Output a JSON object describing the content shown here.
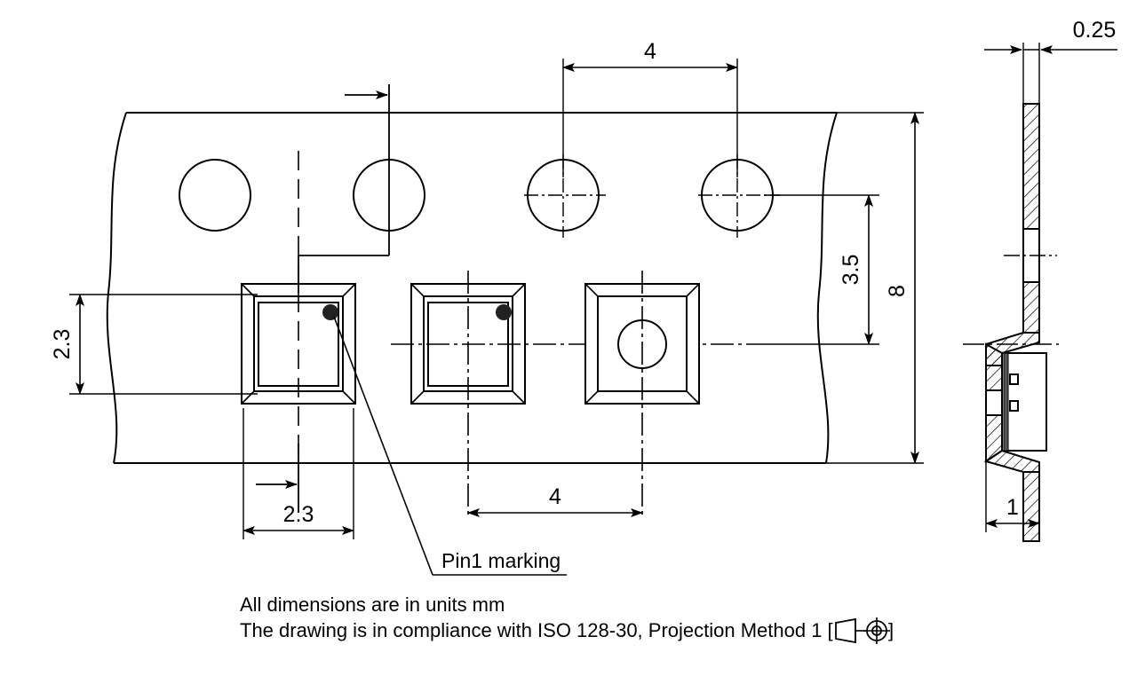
{
  "drawing": {
    "type": "engineering-drawing",
    "subject": "carrier tape packaging dimensional drawing",
    "units": "mm",
    "views": {
      "top": "top view of carrier tape with sprocket holes and component pockets",
      "section": "cross-section side view of carrier tape"
    }
  },
  "dimensions": {
    "pitch_top": "4",
    "pitch_bottom": "4",
    "pocket_width": "2.3",
    "pocket_height": "2.3",
    "hole_to_center": "3.5",
    "tape_width": "8",
    "tape_thickness": "0.25",
    "pocket_depth": "1"
  },
  "labels": {
    "pin1": "Pin1 marking"
  },
  "notes": {
    "line1": "All dimensions are in units mm",
    "line2_prefix": "The drawing is in compliance with ISO 128-30, Projection Method 1 [",
    "line2_suffix": "]"
  },
  "colors": {
    "line": "#000000",
    "thin": "#1a1a1a",
    "fill": "#ffffff",
    "marking": "#222222"
  }
}
